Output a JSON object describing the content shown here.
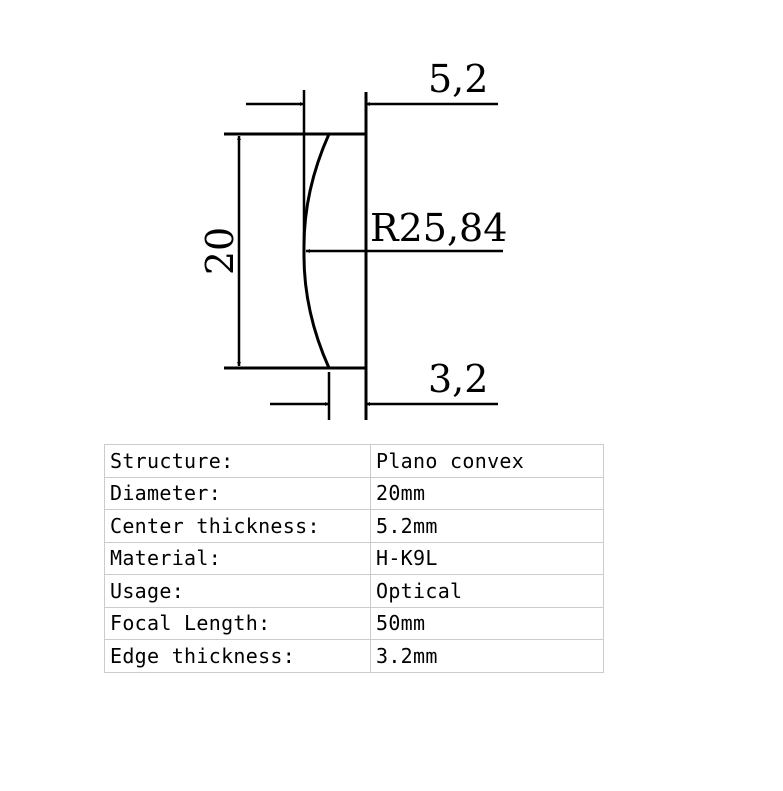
{
  "drawing": {
    "center_thickness_label": "5,2",
    "radius_label": "R25,84",
    "diameter_label": "20",
    "edge_thickness_label": "3,2",
    "line_color": "#000000"
  },
  "specs": {
    "rows": [
      {
        "label": "Structure:",
        "value": "Plano convex"
      },
      {
        "label": "Diameter:",
        "value": "20mm"
      },
      {
        "label": "Center thickness:",
        "value": "5.2mm"
      },
      {
        "label": "Material:",
        "value": "H-K9L"
      },
      {
        "label": "Usage:",
        "value": "Optical"
      },
      {
        "label": "Focal Length:",
        "value": "50mm"
      },
      {
        "label": "Edge thickness:",
        "value": "3.2mm"
      }
    ],
    "border_color": "#cccccc"
  }
}
